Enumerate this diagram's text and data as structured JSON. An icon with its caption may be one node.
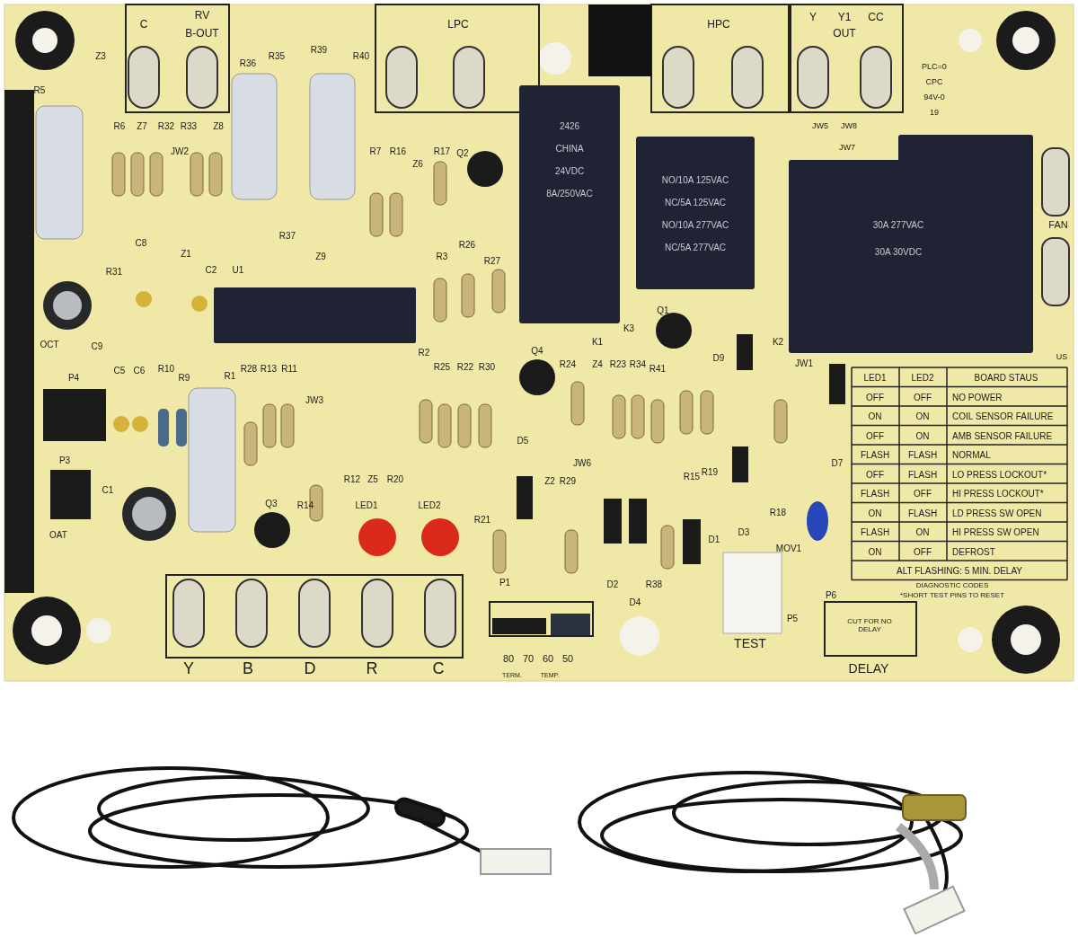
{
  "diagram": {
    "labels": [
      "C",
      "RV",
      "B-OUT",
      "LPC",
      "HPC",
      "Y",
      "Y1",
      "OUT",
      "CC",
      "Z3",
      "R5",
      "R36",
      "R35",
      "R39",
      "R40",
      "R6",
      "Z7",
      "R32",
      "R33",
      "Z8",
      "JW2",
      "R7",
      "R16",
      "Z6",
      "R17",
      "Q2",
      "R37",
      "Z9",
      "R31",
      "C8",
      "Z1",
      "C2",
      "U1",
      "R3",
      "R26",
      "R27",
      "2426",
      "CHINA",
      "24VDC",
      "8A/250VAC",
      "NO/10A 125VAC",
      "NC/5A 125VAC",
      "NO/10A 277VAC",
      "NC/5A 277VAC",
      "30A 277VAC",
      "30A 30VDC",
      "JW8",
      "JW7",
      "JW5",
      "PLC=0",
      "CPC",
      "94V-0",
      "19",
      "FAN",
      "US",
      "K3",
      "Q1",
      "K1",
      "D9",
      "K2",
      "JW1",
      "OCT",
      "C9",
      "P4",
      "C5",
      "C6",
      "R10",
      "R9",
      "R1",
      "R28",
      "R13",
      "R11",
      "JW3",
      "R2",
      "R25",
      "R22",
      "R30",
      "Q4",
      "R24",
      "Z4",
      "R23",
      "R34",
      "R41",
      "P3",
      "OAT",
      "C1",
      "Q3",
      "R14",
      "R12",
      "Z5",
      "R20",
      "LED1",
      "LED2",
      "D5",
      "Z2",
      "R29",
      "JW6",
      "R15",
      "R19",
      "R18",
      "D3",
      "D1",
      "MOV1",
      "D7",
      "R21",
      "P1",
      "D2",
      "D4",
      "R38",
      "P5",
      "TEST",
      "LED1",
      "LED2",
      "BOARD STAUS",
      "OFF",
      "OFF",
      "NO POWER",
      "ON",
      "ON",
      "COIL SENSOR FAILURE",
      "OFF",
      "ON",
      "AMB SENSOR FAILURE",
      "FLASH",
      "FLASH",
      "NORMAL",
      "OFF",
      "FLASH",
      "LO PRESS LOCKOUT*",
      "FLASH",
      "OFF",
      "HI PRESS LOCKOUT*",
      "ON",
      "FLASH",
      "LD PRESS SW OPEN",
      "FLASH",
      "ON",
      "HI PRESS SW OPEN",
      "ON",
      "OFF",
      "DEFROST",
      "ALT FLASHING: 5 MIN. DELAY",
      "DIAGNOSTIC CODES",
      "*SHORT TEST PINS TO RESET",
      "P6",
      "CUT FOR NO DELAY",
      "DELAY",
      "Y",
      "B",
      "D",
      "R",
      "C",
      "80",
      "70",
      "60",
      "50",
      "TERM.",
      "TEMP."
    ]
  }
}
